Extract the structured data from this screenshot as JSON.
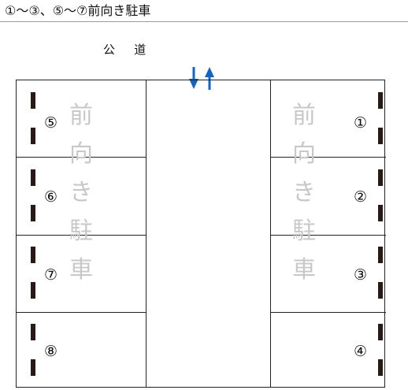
{
  "title": "①～③、⑤～⑦前向き駐車",
  "road_label": "公 道",
  "accent_color": "#1565c0",
  "watermark": [
    "前",
    "向",
    "き",
    "駐",
    "車"
  ],
  "spaces_left": [
    "⑤",
    "⑥",
    "⑦",
    "⑧"
  ],
  "spaces_right": [
    "①",
    "②",
    "③",
    "④"
  ],
  "icons": {
    "in_arrow": "arrow-down-icon",
    "out_arrow": "arrow-up-icon",
    "stopper": "wheel-stopper-icon"
  }
}
